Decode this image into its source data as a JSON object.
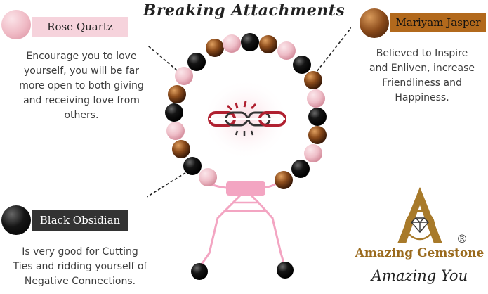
{
  "title": "Breaking Attachments",
  "rose_quartz": {
    "label": "Rose Quartz",
    "description": [
      "Encourage you to love",
      "yourself, you will be far",
      "more open to both giving",
      "and receiving love from",
      "others."
    ],
    "color": "#f0c2cc"
  },
  "mariyam_jasper": {
    "label": "Mariyam Jasper",
    "description": [
      "Believed to Inspire",
      "and Enliven, increase",
      "Friendliness and",
      "Happiness."
    ],
    "color": "#8a4a1a"
  },
  "black_obsidian": {
    "label": "Black Obsidian",
    "description": [
      "Is very good for Cutting",
      "Ties and ridding yourself of",
      "Negative Connections."
    ],
    "color": "#111111"
  },
  "brand": {
    "name": "Amazing Gemstone",
    "registered": "®",
    "tagline": "Amazing You",
    "color": "#9a6a1d"
  },
  "cord_color": "#f4a6c4"
}
